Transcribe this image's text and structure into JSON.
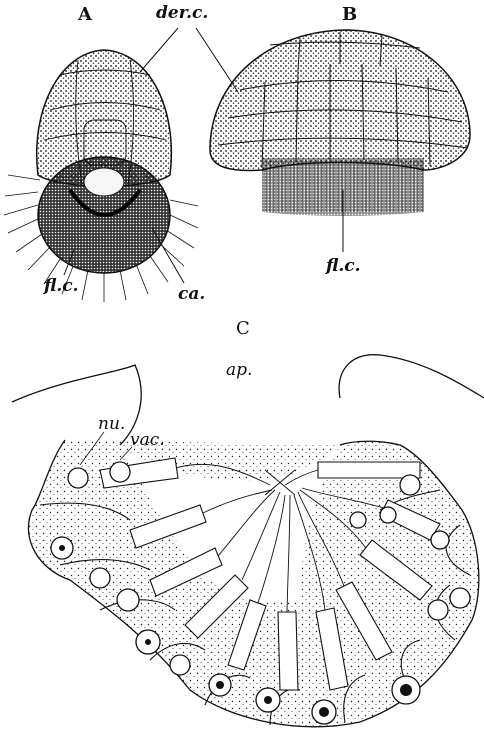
{
  "figure_letters": {
    "a": "A",
    "b": "B",
    "c": "C"
  },
  "labels": {
    "der_c": "der.c.",
    "fl_c_a": "fl.c.",
    "ca": "ca.",
    "fl_c_b": "fl.c.",
    "ap": "ap.",
    "nu": "nu.",
    "vac": "vac."
  },
  "colors": {
    "ink": "#111111",
    "paper": "#ffffff"
  }
}
